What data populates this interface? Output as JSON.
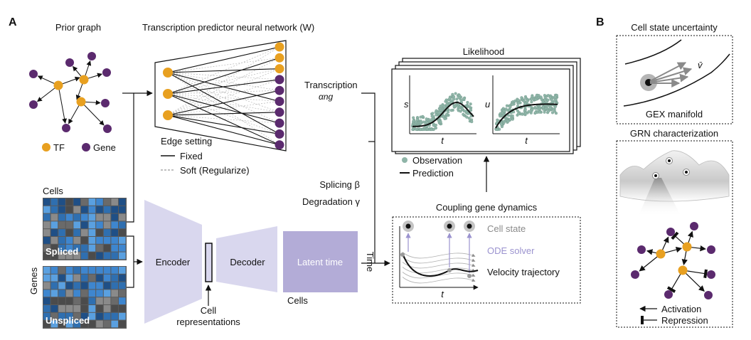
{
  "panel_a": {
    "letter": "A",
    "prior_graph": {
      "title": "Prior graph",
      "legend_tf": "TF",
      "legend_gene": "Gene"
    },
    "nn": {
      "title": "Transcription predictor neural network (W)",
      "edge_title": "Edge setting",
      "edge_fixed": "Fixed",
      "edge_soft": "Soft (Regularize)"
    },
    "transcription": {
      "label": "Transcription",
      "symbol": "αng"
    },
    "splicing": "Splicing β",
    "degradation": "Degradation γ",
    "likelihood": {
      "title": "Likelihood",
      "plot1_ylabel": "s",
      "plot2_ylabel": "u",
      "xlabel": "t",
      "legend_observation": "Observation",
      "legend_prediction": "Prediction"
    },
    "matrix": {
      "cells_label": "Cells",
      "genes_label": "Genes",
      "spliced": "Spliced",
      "unspliced": "Unspliced"
    },
    "encoder": "Encoder",
    "decoder": "Decoder",
    "cell_repr": [
      "Cell",
      "representations"
    ],
    "latent_time": "Latent time",
    "time_label": "Time",
    "cells_bottom": "Cells",
    "coupling": {
      "title": "Coupling gene dynamics",
      "cell_state": "Cell state",
      "ode_solver": "ODE solver",
      "velocity_trajectory": "Velocity trajectory",
      "xlabel": "t"
    }
  },
  "panel_b": {
    "letter": "B",
    "uncertainty": {
      "title": "Cell state uncertainty",
      "vector": "v̄",
      "manifold": "GEX manifold"
    },
    "grn": {
      "title": "GRN characterization",
      "activation": "Activation",
      "repression": "Repression"
    }
  },
  "colors": {
    "tf": "#E8A020",
    "gene": "#5B2A6E",
    "lavender": "#D9D7EE",
    "latent": "#B3ACD7",
    "observation": "#8FB5A8",
    "ode": "#9B93CF"
  }
}
